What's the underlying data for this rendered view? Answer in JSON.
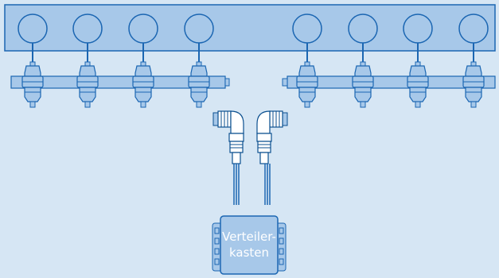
{
  "distribution_box": {
    "label_line1": "Verteiler-",
    "label_line2": "kasten"
  },
  "colors": {
    "background": "#d6e6f4",
    "fill": "#a7c8e9",
    "stroke": "#1b66b2",
    "outline_dark": "#0b4f8f",
    "label": "#ffffff"
  },
  "sensor_count": 8,
  "sensor_groups": 2
}
